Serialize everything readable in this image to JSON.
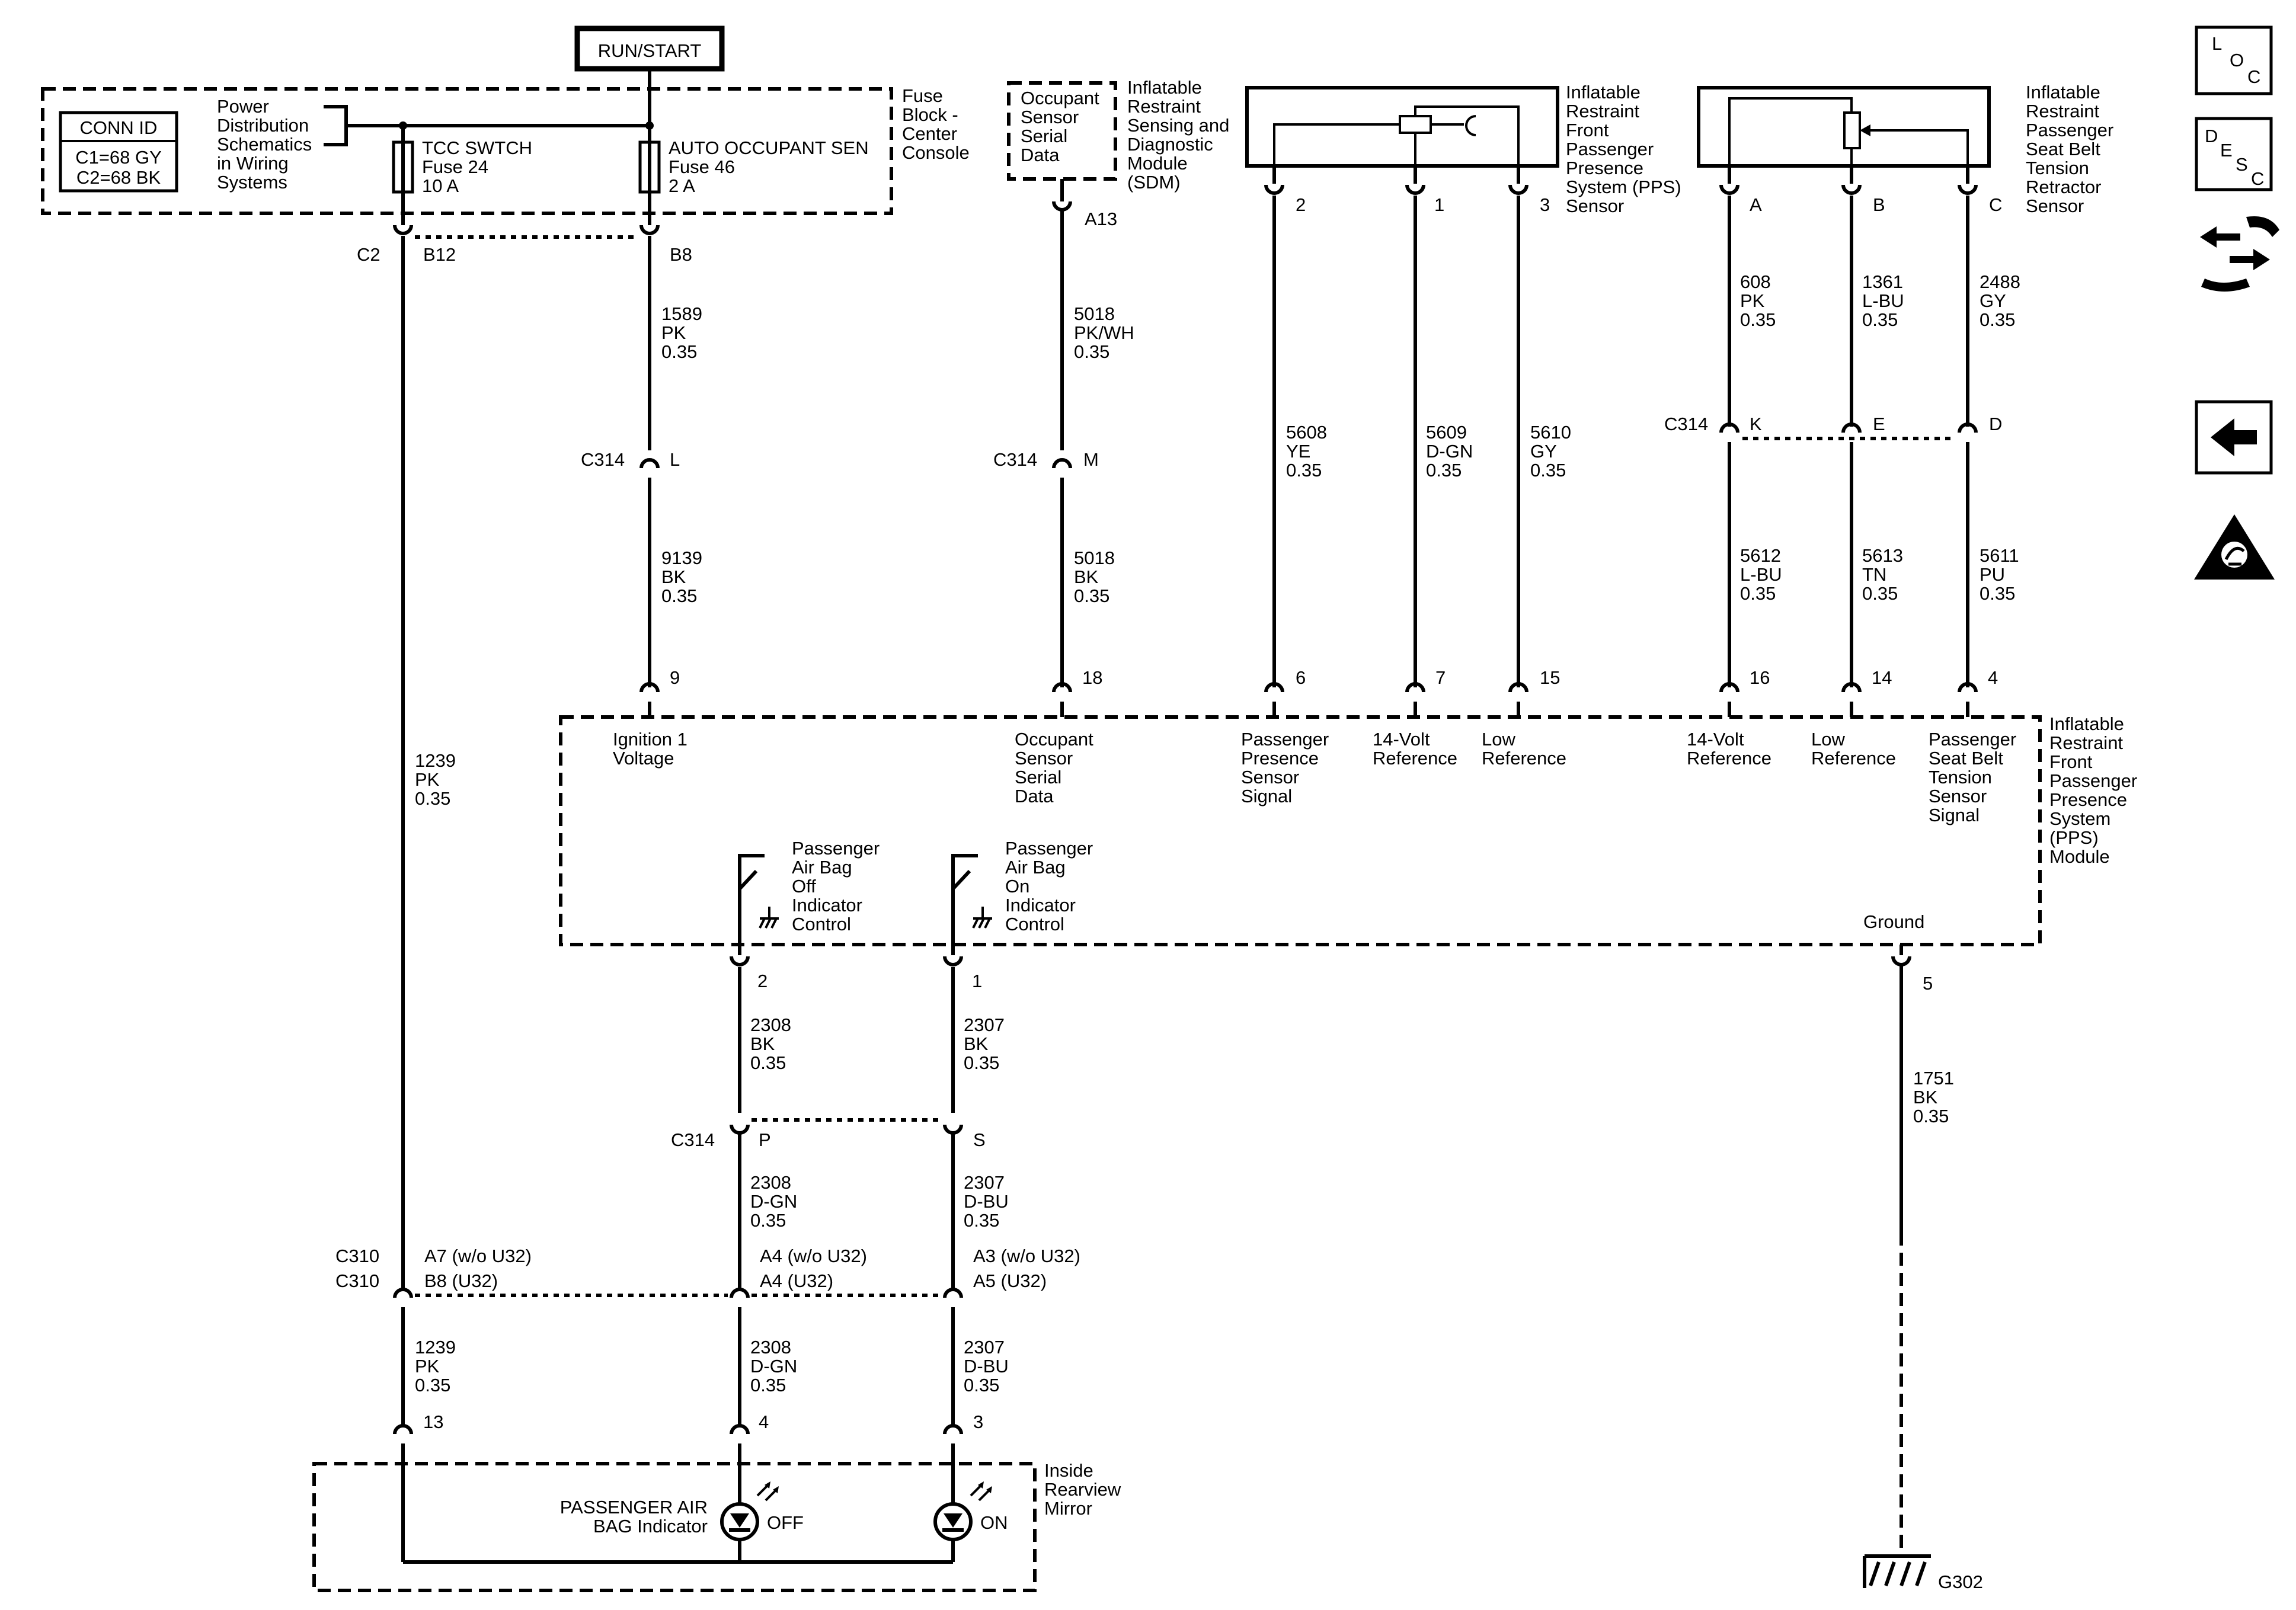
{
  "power": {
    "run_start": "RUN/START"
  },
  "conn_id": {
    "title": "CONN ID",
    "c1": "C1=68 GY",
    "c2": "C2=68 BK"
  },
  "power_distribution": [
    "Power",
    "Distribution",
    "Schematics",
    "in Wiring",
    "Systems"
  ],
  "fuse_block": [
    "Fuse",
    "Block -",
    "Center",
    "Console"
  ],
  "fuses": [
    {
      "name": "TCC SWTCH",
      "fuse": "Fuse 24",
      "amp": "10 A"
    },
    {
      "name": "AUTO OCCUPANT SEN",
      "fuse": "Fuse 46",
      "amp": "2 A"
    }
  ],
  "sdm": {
    "box": [
      "Occupant",
      "Sensor",
      "Serial",
      "Data"
    ],
    "name": [
      "Inflatable",
      "Restraint",
      "Sensing and",
      "Diagnostic",
      "Module",
      "(SDM)"
    ]
  },
  "pps_sensor": {
    "name": [
      "Inflatable",
      "Restraint",
      "Front",
      "Passenger",
      "Presence",
      "System (PPS)",
      "Sensor"
    ]
  },
  "seatbelt_sensor": {
    "name": [
      "Inflatable",
      "Restraint",
      "Passenger",
      "Seat Belt",
      "Tension",
      "Retractor",
      "Sensor"
    ]
  },
  "module": {
    "name": [
      "Inflatable",
      "Restraint",
      "Front",
      "Passenger",
      "Presence",
      "System",
      "(PPS)",
      "Module"
    ],
    "ignition": [
      "Ignition 1",
      "Voltage"
    ],
    "serial": [
      "Occupant",
      "Sensor",
      "Serial",
      "Data"
    ],
    "presence": [
      "Passenger",
      "Presence",
      "Sensor",
      "Signal"
    ],
    "ref14_a": [
      "14-Volt",
      "Reference"
    ],
    "low_a": [
      "Low",
      "Reference"
    ],
    "ref14_b": [
      "14-Volt",
      "Reference"
    ],
    "low_b": [
      "Low",
      "Reference"
    ],
    "tension": [
      "Passenger",
      "Seat Belt",
      "Tension",
      "Sensor",
      "Signal"
    ],
    "off_ctrl": [
      "Passenger",
      "Air Bag",
      "Off",
      "Indicator",
      "Control"
    ],
    "on_ctrl": [
      "Passenger",
      "Air Bag",
      "On",
      "Indicator",
      "Control"
    ],
    "ground": "Ground"
  },
  "mirror": {
    "name": [
      "Inside",
      "Rearview",
      "Mirror"
    ],
    "indicator": [
      "PASSENGER AIR",
      "BAG Indicator"
    ],
    "off": "OFF",
    "on": "ON"
  },
  "ground": "G302",
  "connectors": {
    "c2": "C2",
    "b12": "B12",
    "b8": "B8",
    "a13": "A13",
    "c314_1": "C314",
    "l": "L",
    "c314_2": "C314",
    "m": "M",
    "c314_3": "C314",
    "k": "K",
    "e": "E",
    "d": "D",
    "s2": "2",
    "s1": "1",
    "s3": "3",
    "sa": "A",
    "sb": "B",
    "sc": "C",
    "p9": "9",
    "p18": "18",
    "p6": "6",
    "p7": "7",
    "p15": "15",
    "p16": "16",
    "p14": "14",
    "p4": "4",
    "m2": "2",
    "m1": "1",
    "g5": "5",
    "c314_4": "C314",
    "pp": "P",
    "ps": "S",
    "c310_1": "C310",
    "c310_2": "C310",
    "a7": "A7 (w/o U32)",
    "b8u": "B8 (U32)",
    "a4wo": "A4 (w/o U32)",
    "a4u": "A4 (U32)",
    "a3wo": "A3 (w/o U32)",
    "a5u": "A5 (U32)",
    "r13": "13",
    "r4": "4",
    "r3": "3"
  },
  "wires": {
    "w1589": [
      "1589",
      "PK",
      "0.35"
    ],
    "w9139": [
      "9139",
      "BK",
      "0.35"
    ],
    "w1239a": [
      "1239",
      "PK",
      "0.35"
    ],
    "w1239b": [
      "1239",
      "PK",
      "0.35"
    ],
    "w5018a": [
      "5018",
      "PK/WH",
      "0.35"
    ],
    "w5018b": [
      "5018",
      "BK",
      "0.35"
    ],
    "w5608": [
      "5608",
      "YE",
      "0.35"
    ],
    "w5609": [
      "5609",
      "D-GN",
      "0.35"
    ],
    "w5610": [
      "5610",
      "GY",
      "0.35"
    ],
    "w608": [
      "608",
      "PK",
      "0.35"
    ],
    "w1361": [
      "1361",
      "L-BU",
      "0.35"
    ],
    "w2488": [
      "2488",
      "GY",
      "0.35"
    ],
    "w5612": [
      "5612",
      "L-BU",
      "0.35"
    ],
    "w5613": [
      "5613",
      "TN",
      "0.35"
    ],
    "w5611": [
      "5611",
      "PU",
      "0.35"
    ],
    "w2308a": [
      "2308",
      "BK",
      "0.35"
    ],
    "w2307a": [
      "2307",
      "BK",
      "0.35"
    ],
    "w2308b": [
      "2308",
      "D-GN",
      "0.35"
    ],
    "w2307b": [
      "2307",
      "D-BU",
      "0.35"
    ],
    "w2308c": [
      "2308",
      "D-GN",
      "0.35"
    ],
    "w2307c": [
      "2307",
      "D-BU",
      "0.35"
    ],
    "w1751": [
      "1751",
      "BK",
      "0.35"
    ]
  },
  "sidebar": {
    "loc": [
      "L",
      "O",
      "C"
    ],
    "desc": [
      "D",
      "E",
      "S",
      "C"
    ],
    "connector_icon": "connector-end-view-icon",
    "back_icon": "back-arrow-icon",
    "esd_icon": "esd-warning-icon"
  }
}
